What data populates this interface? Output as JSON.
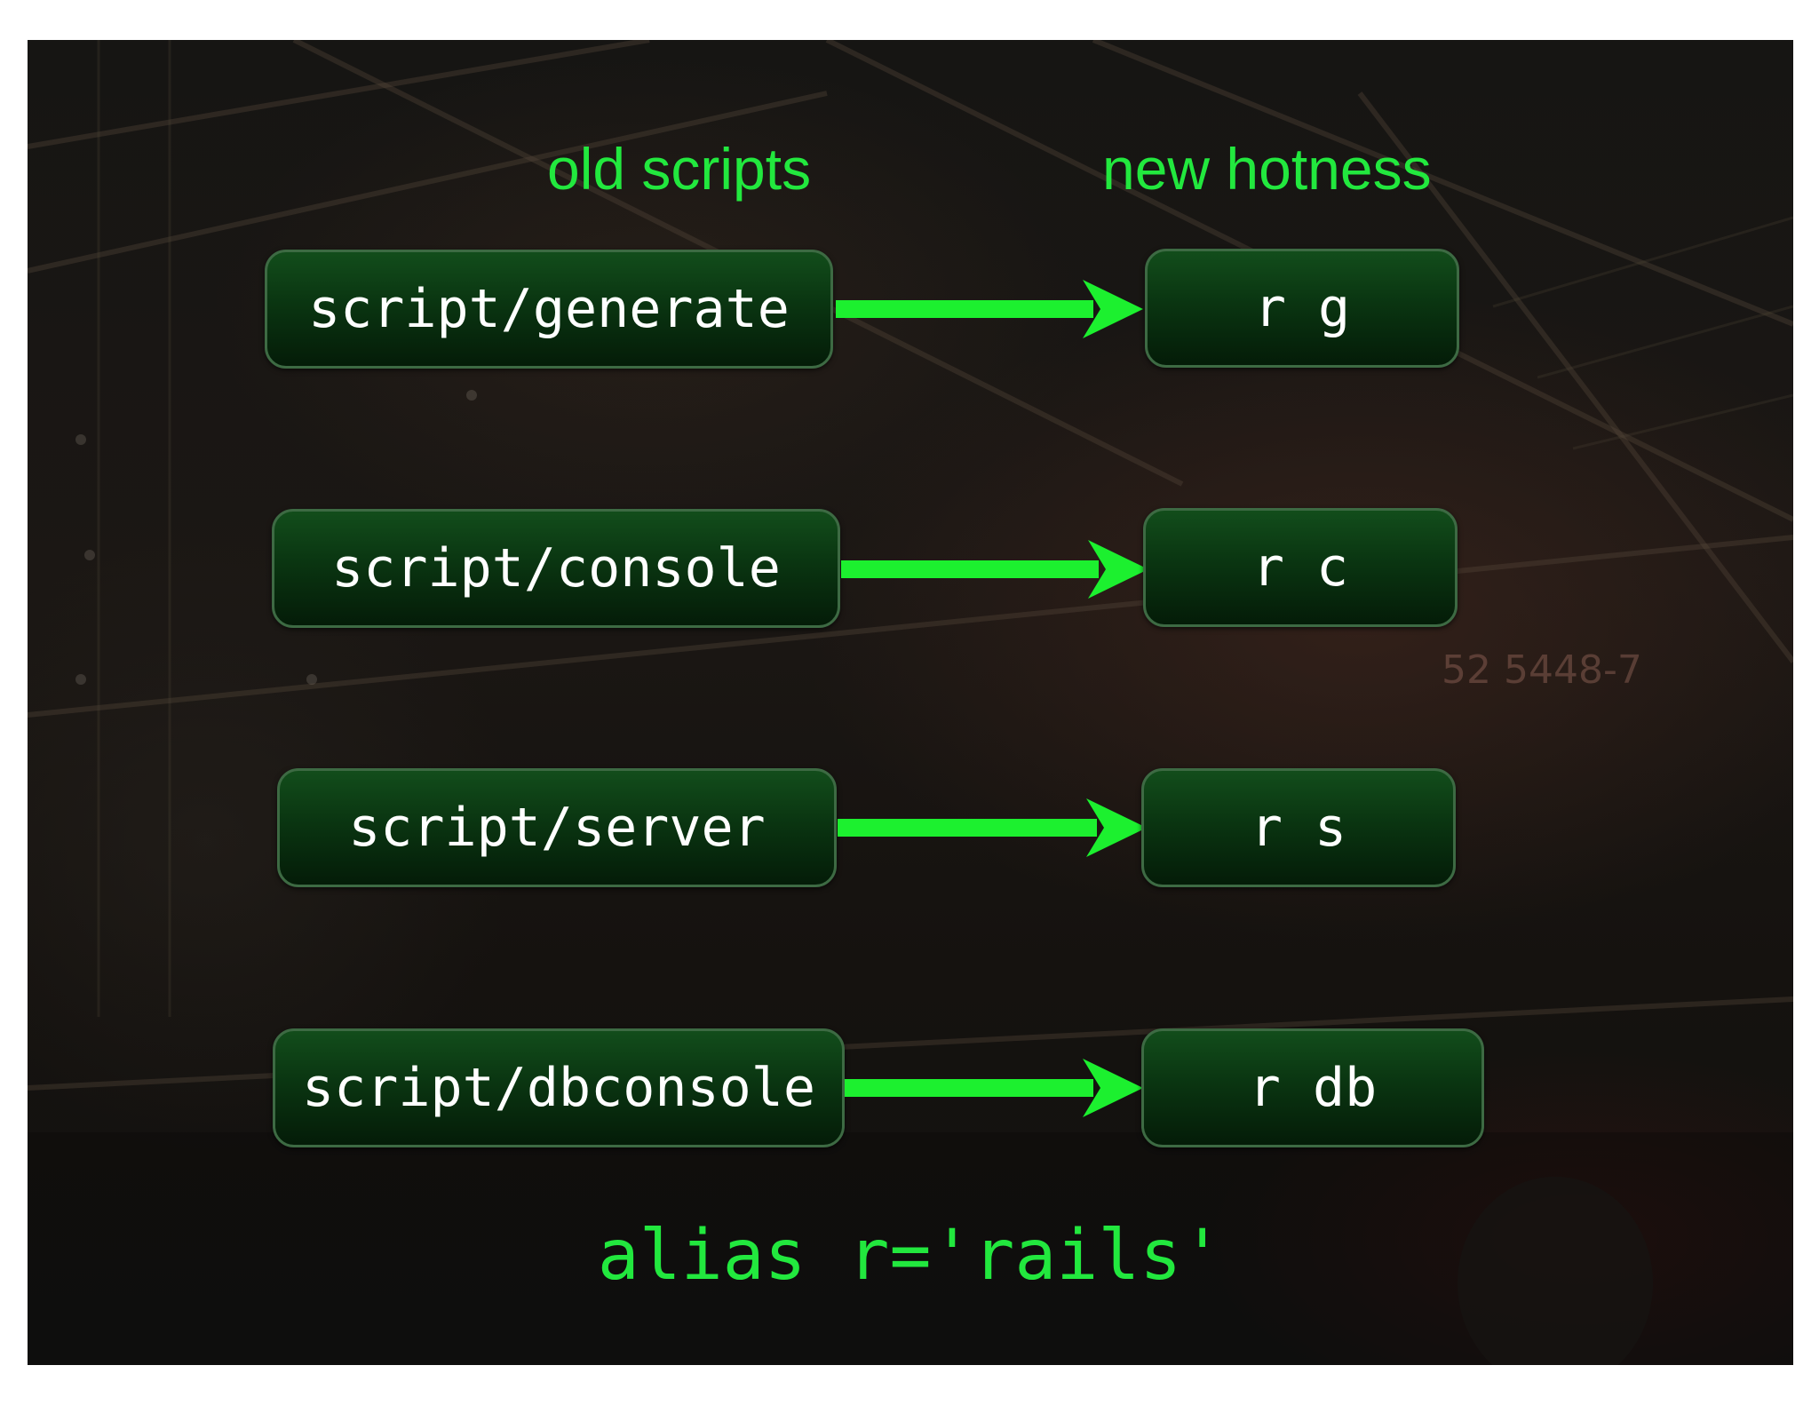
{
  "headings": {
    "old": "old scripts",
    "new": "new hotness"
  },
  "rows": [
    {
      "old": "script/generate",
      "new": "r g"
    },
    {
      "old": "script/console",
      "new": "r c"
    },
    {
      "old": "script/server",
      "new": "r s"
    },
    {
      "old": "script/dbconsole",
      "new": "r db"
    }
  ],
  "footer": "alias r='rails'",
  "background_text": "52 5448-7",
  "colors": {
    "accent_green": "#22e83e",
    "box_green": "#0a3511",
    "box_border": "#3d6a43"
  }
}
